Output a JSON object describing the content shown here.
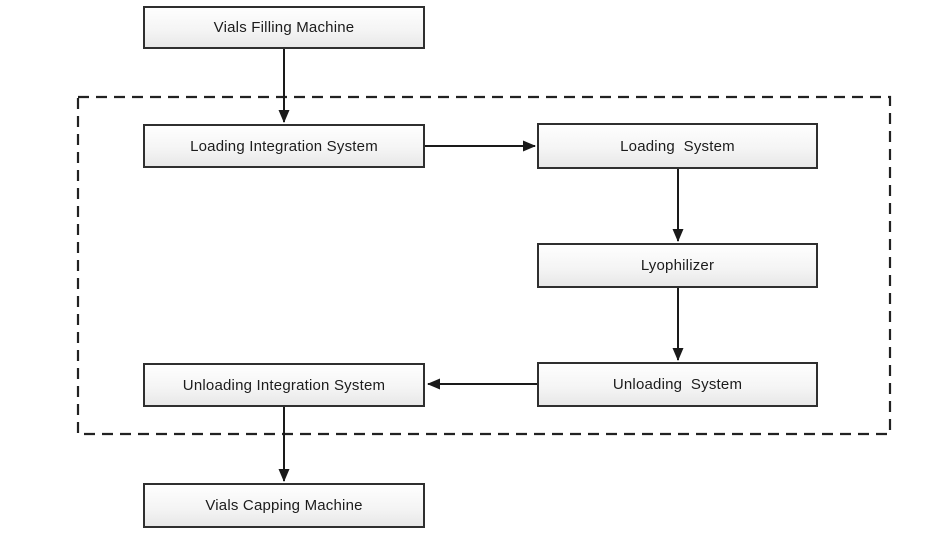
{
  "diagram": {
    "type": "flowchart",
    "nodes": {
      "vials_filling": {
        "label": "Vials Filling Machine"
      },
      "loading_integration": {
        "label": "Loading Integration System"
      },
      "loading_system": {
        "label": "Loading  System"
      },
      "lyophilizer": {
        "label": "Lyophilizer"
      },
      "unloading_system": {
        "label": "Unloading  System"
      },
      "unloading_integration": {
        "label": "Unloading Integration System"
      },
      "vials_capping": {
        "label": "Vials Capping Machine"
      }
    },
    "edges": [
      {
        "from": "vials_filling",
        "to": "loading_integration",
        "direction": "down"
      },
      {
        "from": "loading_integration",
        "to": "loading_system",
        "direction": "right"
      },
      {
        "from": "loading_system",
        "to": "lyophilizer",
        "direction": "down"
      },
      {
        "from": "lyophilizer",
        "to": "unloading_system",
        "direction": "down"
      },
      {
        "from": "unloading_system",
        "to": "unloading_integration",
        "direction": "left"
      },
      {
        "from": "unloading_integration",
        "to": "vials_capping",
        "direction": "down"
      }
    ],
    "boundary": {
      "style": "dashed",
      "contains": [
        "loading_integration",
        "loading_system",
        "lyophilizer",
        "unloading_system",
        "unloading_integration"
      ]
    },
    "colors": {
      "node_border": "#2f2f2f",
      "node_fill_top": "#fefefe",
      "node_fill_bottom": "#e8e8e8",
      "arrow": "#1a1a1a",
      "dashed_boundary": "#222222",
      "background": "#ffffff",
      "text": "#1c1c1c"
    }
  }
}
